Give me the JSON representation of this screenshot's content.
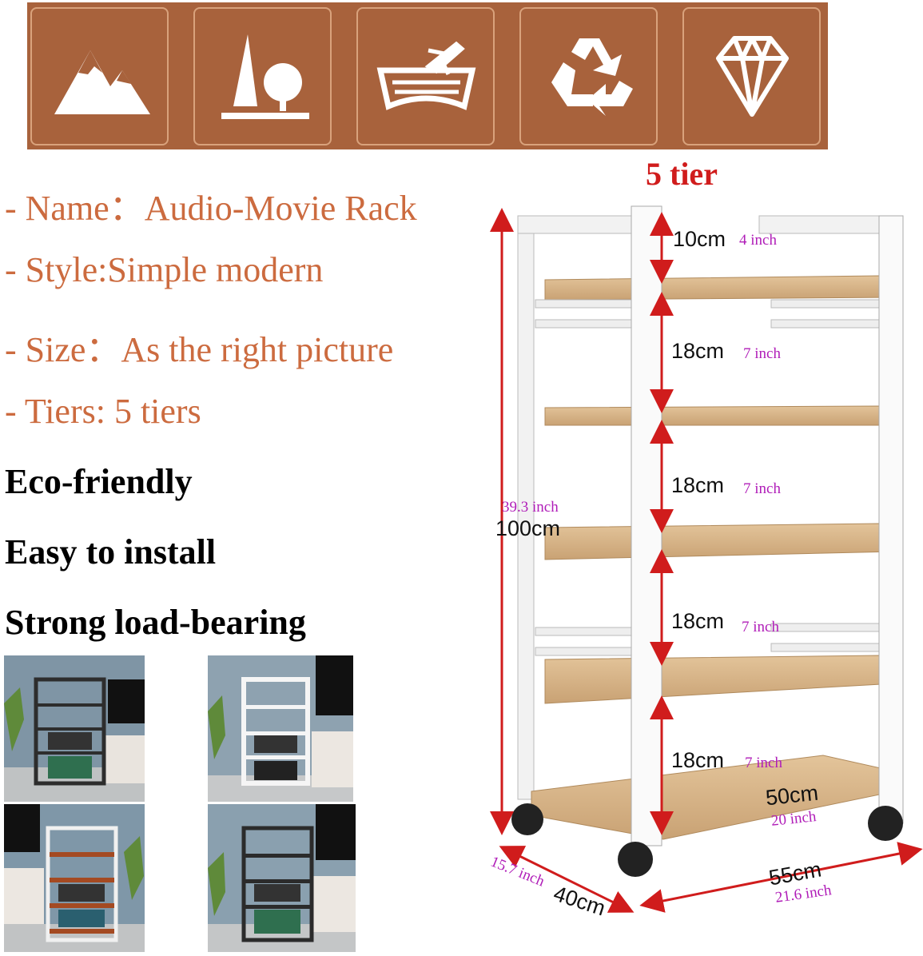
{
  "icons": [
    {
      "name": "mountains-icon"
    },
    {
      "name": "tree-landscape-icon"
    },
    {
      "name": "airplane-runway-icon"
    },
    {
      "name": "recycle-icon"
    },
    {
      "name": "diamond-icon"
    }
  ],
  "colors": {
    "banner": "#a8623c",
    "spec_text": "#cc6b3f",
    "tier_title": "#d01c1c",
    "inch_text": "#b01db8",
    "arrow": "#d01c1c"
  },
  "specs": [
    "- Name：Audio-Movie Rack",
    "- Style:Simple modern",
    "- Size：As the right picture",
    "- Tiers: 5 tiers"
  ],
  "features": [
    "Eco-friendly",
    "Easy to install",
    "Strong load-bearing"
  ],
  "tier_title": "5 tier",
  "dimensions": {
    "gap1_cm": "10cm",
    "gap1_in": "4 inch",
    "gap2_cm": "18cm",
    "gap2_in": "7 inch",
    "gap3_cm": "18cm",
    "gap3_in": "7 inch",
    "gap4_cm": "18cm",
    "gap4_in": "7 inch",
    "gap5_cm": "18cm",
    "gap5_in": "7 inch",
    "height_cm": "100cm",
    "height_in": "39.3 inch",
    "shelf_width_cm": "50cm",
    "shelf_width_in": "20 inch",
    "depth_cm": "40cm",
    "depth_in": "15.7 inch",
    "width_cm": "55cm",
    "width_in": "21.6 inch"
  }
}
